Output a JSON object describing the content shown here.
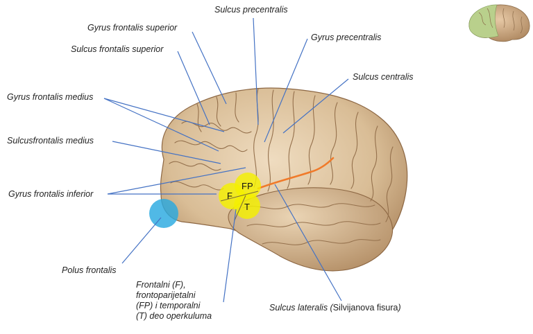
{
  "labels": {
    "sulcus_precentralis": "Sulcus precentralis",
    "gyrus_frontalis_superior": "Gyrus frontalis superior",
    "sulcus_frontalis_superior": "Sulcus frontalis superior",
    "gyrus_precentralis": "Gyrus precentralis",
    "sulcus_centralis": "Sulcus centralis",
    "gyrus_frontalis_medius": "Gyrus frontalis medius",
    "sulcus_frontalis_medius": "Sulcusfrontalis medius",
    "gyrus_frontalis_inferior": "Gyrus frontalis inferior",
    "polus_frontalis": "Polus frontalis",
    "operculum": "Frontalni (F),\nfrontoparijetalni\n(FP) i temporalni\n(T) deo operkuluma",
    "sulcus_lateralis_main": "Sulcus lateralis (",
    "sulcus_lateralis_upright": "Silvijanova fisura",
    "sulcus_lateralis_end": ")"
  },
  "markers": {
    "frontal": "F",
    "frontoparietal": "FP",
    "temporal": "T"
  },
  "colors": {
    "leader_line": "#4472c4",
    "operculum_highlight": "#f4f000",
    "polus_highlight": "#29a9e1",
    "lateral_sulcus_highlight": "#f07a2a",
    "brain_base": "#dcc29e",
    "brain_shadow": "#a9825a",
    "thumbnail_frontal": "#b9d08c"
  }
}
